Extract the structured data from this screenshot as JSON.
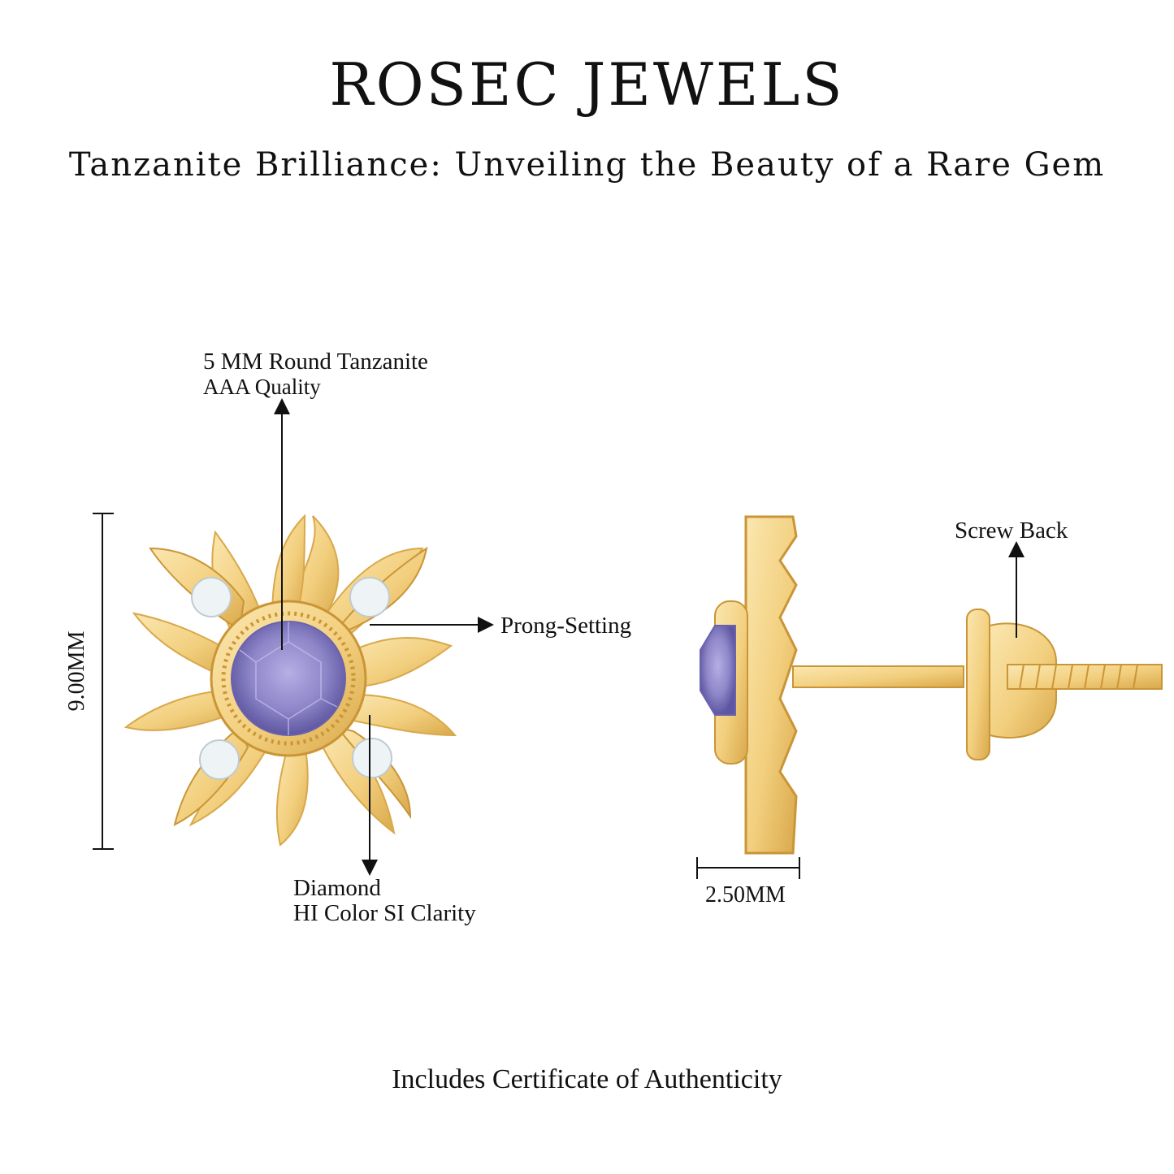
{
  "brand": {
    "name": "ROSEC JEWELS"
  },
  "headline": "Tanzanite Brilliance: Unveiling the Beauty of a Rare Gem",
  "callouts": {
    "center_stone": {
      "title": "5 MM Round Tanzanite",
      "subtitle": "AAA Quality"
    },
    "setting": {
      "title": "Prong-Setting"
    },
    "side_stones": {
      "title": "Diamond",
      "subtitle": "HI Color SI Clarity"
    },
    "back": {
      "title": "Screw Back"
    }
  },
  "dimensions": {
    "height": "9.00MM",
    "width": "2.50MM"
  },
  "footer": "Includes Certificate of Authenticity",
  "colors": {
    "gold": "#F2CF7E",
    "gold_dark": "#D9A84A",
    "gold_light": "#FBE7B0",
    "tanzanite": "#8E86C8",
    "diamond": "#EEF4F6",
    "line": "#111111"
  }
}
